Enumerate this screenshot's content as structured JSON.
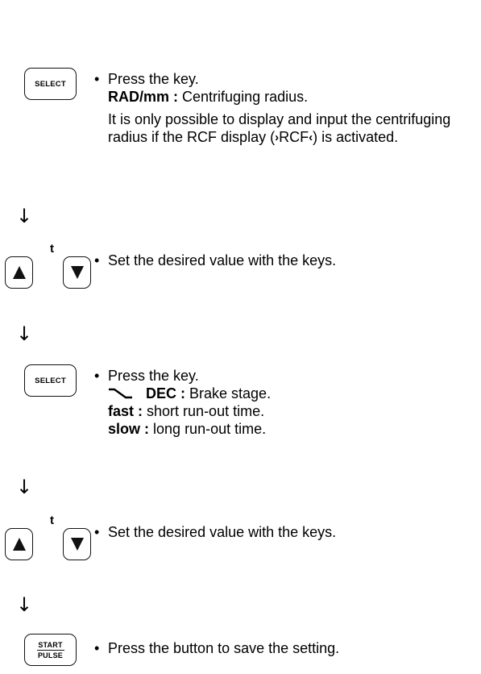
{
  "keys": {
    "select": "SELECT",
    "arrow_label": "t",
    "start": "START",
    "pulse": "PULSE"
  },
  "flow_arrow": "↓",
  "bullet": "•",
  "step1": {
    "line1": "Press the key.",
    "term": "RAD/mm :",
    "desc": "Centrifuging radius.",
    "note": "It is only possible to display and input the centrifuging radius if the RCF display (",
    "note_rcf": "RCF",
    "note_end": ") is activated."
  },
  "step2": {
    "line1": "Set the desired value with the keys."
  },
  "step3": {
    "line1": "Press the key.",
    "brake_term": "DEC :",
    "brake_desc": "Brake stage.",
    "fast_term": "fast :",
    "fast_desc": "short run-out time.",
    "slow_term": "slow :",
    "slow_desc": "long run-out time."
  },
  "step4": {
    "line1": "Set the desired value with the keys."
  },
  "step5": {
    "line1": "Press the button to save the setting."
  }
}
